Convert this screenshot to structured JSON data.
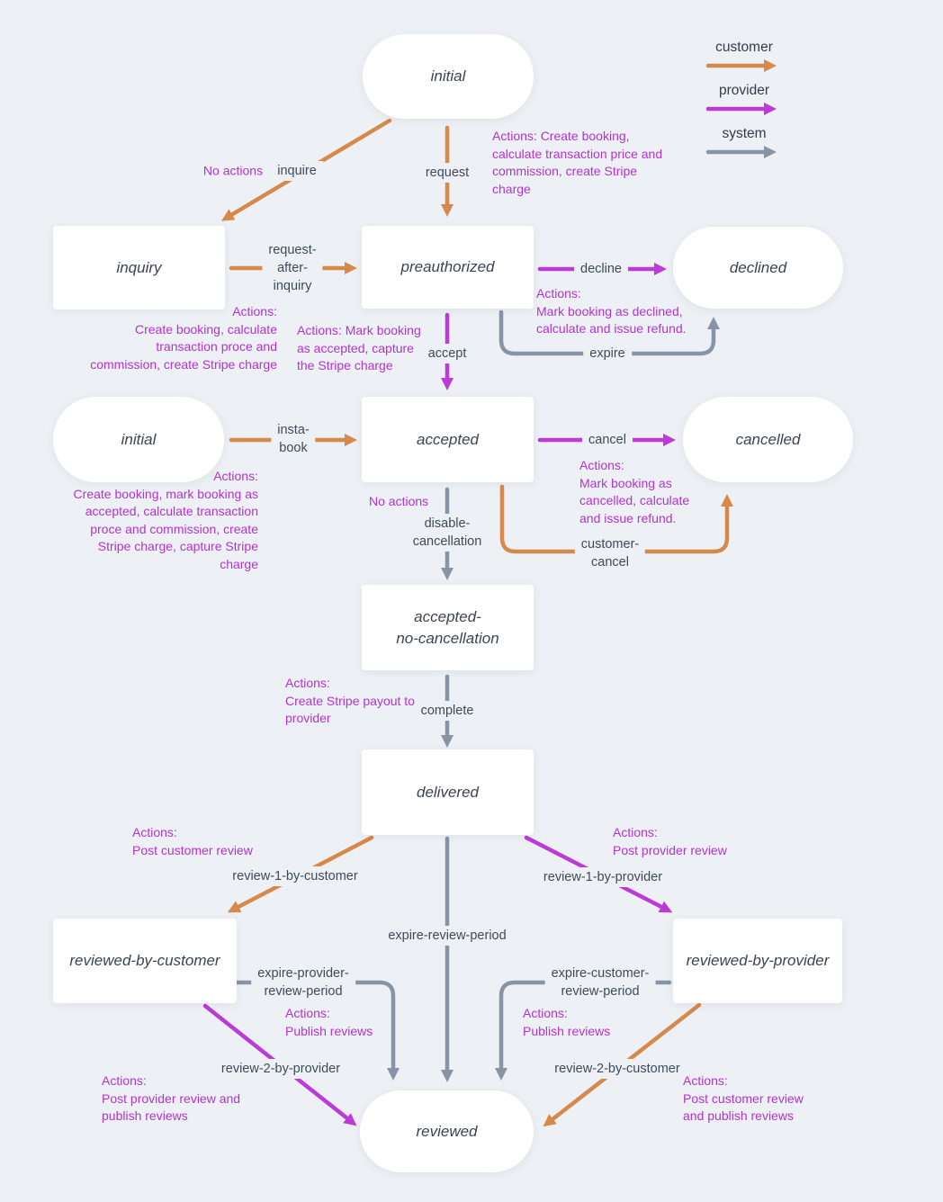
{
  "colors": {
    "background": "#edf1f5",
    "node_fill": "#ffffff",
    "state_text": "#3a4454",
    "edge_label_text": "#3e4a59",
    "customer_arrow": "#d6894a",
    "provider_arrow": "#bb3ad8",
    "system_arrow": "#8794a6",
    "actions_text": "#b332d0"
  },
  "legend": {
    "customer": "customer",
    "provider": "provider",
    "system": "system"
  },
  "states": {
    "initial_top": "initial",
    "inquiry": "inquiry",
    "preauthorized": "preauthorized",
    "declined": "declined",
    "initial_insta": "initial",
    "accepted": "accepted",
    "cancelled": "cancelled",
    "accepted_no_cancellation": "accepted-\nno-cancellation",
    "delivered": "delivered",
    "reviewed_by_customer": "reviewed-by-customer",
    "reviewed_by_provider": "reviewed-by-provider",
    "reviewed": "reviewed"
  },
  "edges": {
    "request": "request",
    "inquire": "inquire",
    "request_after_inquiry": "request-\nafter-\ninquiry",
    "decline": "decline",
    "expire": "expire",
    "accept": "accept",
    "insta_book": "insta-\nbook",
    "cancel": "cancel",
    "disable_cancellation": "disable-\ncancellation",
    "customer_cancel": "customer-\ncancel",
    "complete": "complete",
    "review_1_by_customer": "review-1-by-customer",
    "review_1_by_provider": "review-1-by-provider",
    "expire_review_period": "expire-review-period",
    "expire_provider_review_period": "expire-provider-\nreview-period",
    "expire_customer_review_period": "expire-customer-\nreview-period",
    "review_2_by_provider": "review-2-by-provider",
    "review_2_by_customer": "review-2-by-customer"
  },
  "actions": {
    "request": "Actions: Create booking,\ncalculate transaction price and\ncommission, create Stripe\ncharge",
    "no_actions_inquire": "No actions",
    "request_after_inquiry": "Actions:\nCreate booking, calculate\ntransaction proce and\ncommission, create Stripe charge",
    "accept": "Actions: Mark booking\nas accepted, capture\nthe Stripe charge",
    "decline": "Actions:\nMark booking as declined,\ncalculate and issue refund.",
    "insta_book": "Actions:\nCreate booking, mark booking as\naccepted, calculate transaction\nproce and commission, create\nStripe charge, capture Stripe\ncharge",
    "cancel": "Actions:\nMark booking as\ncancelled, calculate\nand issue refund.",
    "no_actions_disable": "No actions",
    "complete": "Actions:\nCreate Stripe payout to\nprovider",
    "review_1_by_customer": "Actions:\nPost customer review",
    "review_1_by_provider": "Actions:\nPost provider review",
    "publish_left": "Actions:\nPublish reviews",
    "publish_right": "Actions:\nPublish reviews",
    "review_2_by_provider": "Actions:\nPost provider review and\npublish reviews",
    "review_2_by_customer": "Actions:\nPost customer review\nand publish reviews"
  }
}
